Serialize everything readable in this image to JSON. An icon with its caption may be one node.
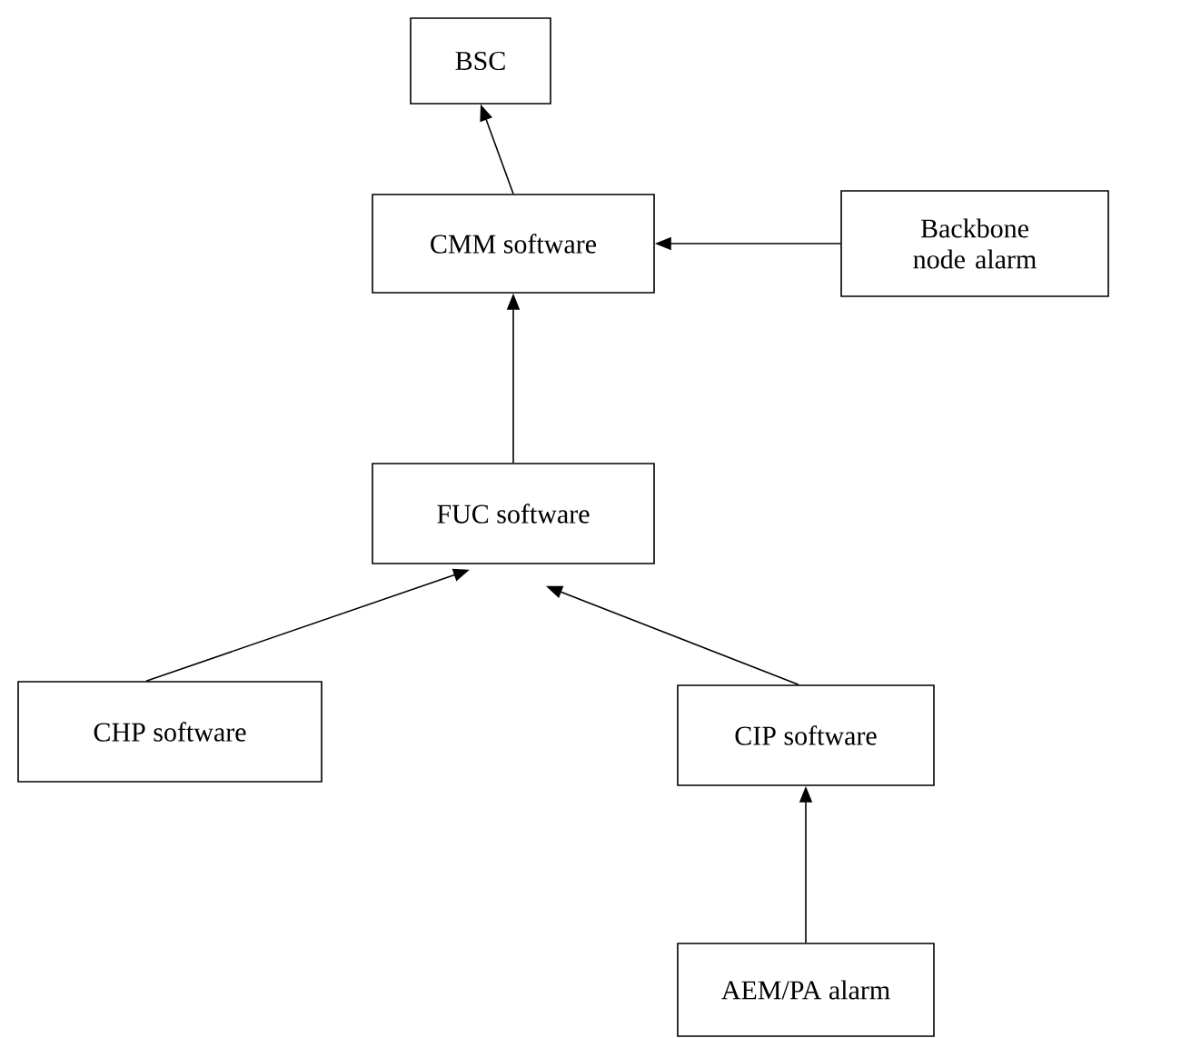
{
  "diagram": {
    "nodes": [
      {
        "text": [
          "BSC"
        ]
      },
      {
        "text": [
          "CMM software"
        ]
      },
      {
        "text": [
          "Backbone node alarm"
        ]
      },
      {
        "text": [
          "FUC software"
        ]
      },
      {
        "text": [
          "CHP software"
        ]
      },
      {
        "text": [
          "CIP software"
        ]
      },
      {
        "text": [
          "AEM/PA alarm"
        ]
      }
    ],
    "edges": [
      {
        "from": 1,
        "to": 0,
        "arrow": "to"
      },
      {
        "from": 2,
        "to": 1,
        "arrow": "to"
      },
      {
        "from": 3,
        "to": 1,
        "arrow": "to"
      },
      {
        "from": 4,
        "to": 3,
        "arrow": "to"
      },
      {
        "from": 5,
        "to": 3,
        "arrow": "to"
      },
      {
        "from": 6,
        "to": 5,
        "arrow": "to"
      }
    ]
  }
}
